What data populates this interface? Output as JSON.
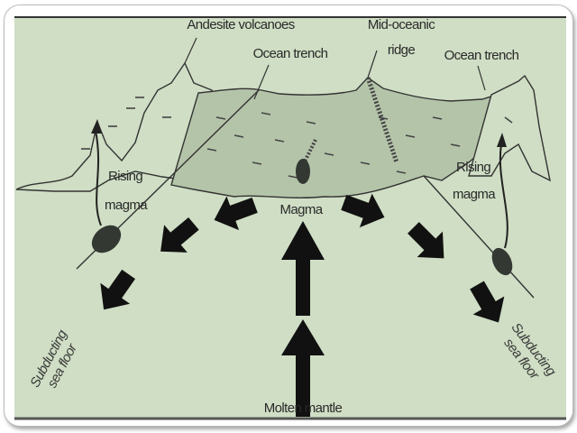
{
  "labels": {
    "andesite_volcanoes": "Andesite volcanoes",
    "mid_oceanic": "Mid-oceanic",
    "ridge": "ridge",
    "ocean_trench_left": "Ocean trench",
    "ocean_trench_right": "Ocean trench",
    "rising_left_1": "Rising",
    "rising_left_2": "magma",
    "rising_right_1": "Rising",
    "rising_right_2": "magma",
    "magma": "Magma",
    "molten_mantle": "Molten mantle",
    "subducting_left_1": "Subducting",
    "subducting_left_2": "sea floor",
    "subducting_right_1": "Subducting",
    "subducting_right_2": "sea floor"
  },
  "colors": {
    "background": "#cfdec4",
    "crust": "#b4c4a9",
    "arrow": "#111111",
    "magma": "#333833"
  }
}
